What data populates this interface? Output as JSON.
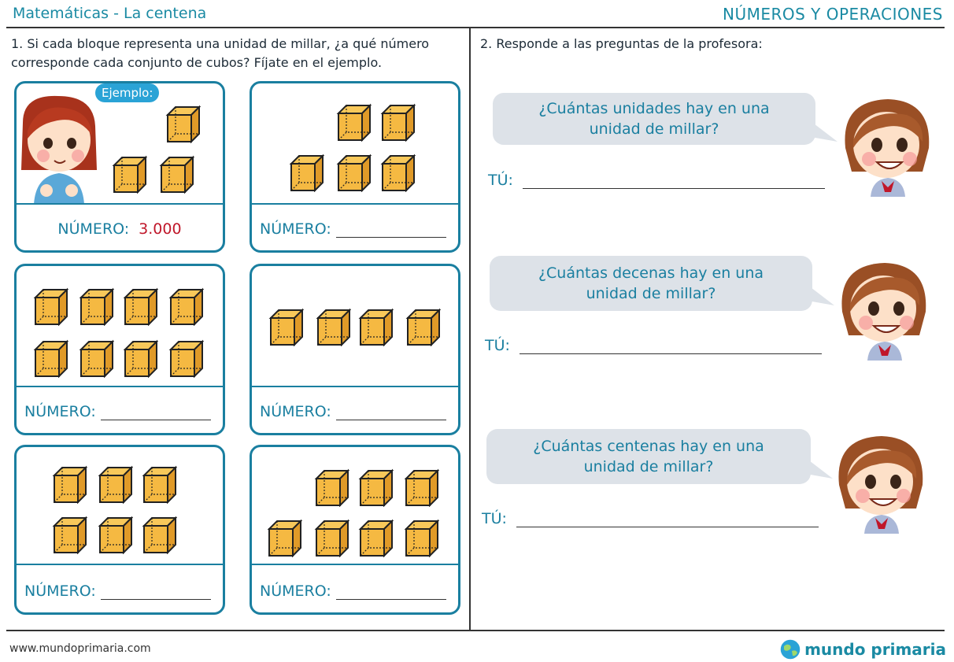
{
  "header": {
    "left": "Matemáticas - La centena",
    "right": "NÚMEROS Y OPERACIONES"
  },
  "exercise1": {
    "instruction_line1": "1. Si cada bloque representa una unidad de millar, ¿a qué número",
    "instruction_line2": "corresponde cada conjunto de cubos? Fíjate en el ejemplo.",
    "example_bubble": "Ejemplo:",
    "number_label": "NÚMERO:",
    "example_answer": "3.000",
    "cards": [
      {
        "id": "example",
        "cubes": 3
      },
      {
        "id": "b",
        "cubes": 5
      },
      {
        "id": "c",
        "cubes": 8
      },
      {
        "id": "d",
        "cubes": 4
      },
      {
        "id": "e",
        "cubes": 6
      },
      {
        "id": "f",
        "cubes": 7
      }
    ]
  },
  "exercise2": {
    "instruction": "2. Responde a las preguntas de la profesora:",
    "answer_label": "TÚ:",
    "questions": [
      {
        "line1": "¿Cuántas unidades hay en una",
        "line2": "unidad de millar?"
      },
      {
        "line1": "¿Cuántas decenas hay en una",
        "line2": "unidad de millar?"
      },
      {
        "line1": "¿Cuántas centenas hay en una",
        "line2": "unidad de millar?"
      }
    ]
  },
  "footer": {
    "url": "www.mundoprimaria.com",
    "logo": "mundo primaria"
  },
  "colors": {
    "accent": "#1a7fa0",
    "cube": "#f5b942",
    "answer": "#c0172a",
    "bubble": "#dde2e8"
  }
}
